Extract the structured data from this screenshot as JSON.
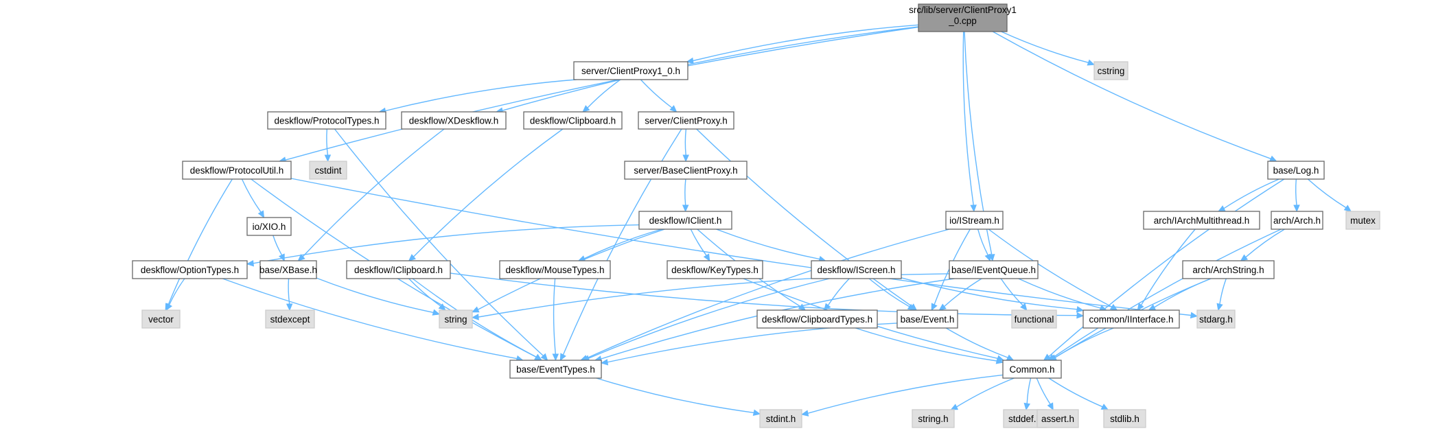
{
  "diagram": {
    "nodes": {
      "root": {
        "label": "src/lib/server/ClientProxy1_0.cpp",
        "lines": [
          "src/lib/server/ClientProxy1",
          "_0.cpp"
        ],
        "kind": "root"
      },
      "cp10h": {
        "label": "server/ClientProxy1_0.h",
        "kind": "file"
      },
      "cstring": {
        "label": "cstring",
        "kind": "sys"
      },
      "protocoltypes": {
        "label": "deskflow/ProtocolTypes.h",
        "kind": "file"
      },
      "xdeskflow": {
        "label": "deskflow/XDeskflow.h",
        "kind": "file"
      },
      "clipboard": {
        "label": "deskflow/Clipboard.h",
        "kind": "file"
      },
      "clientproxy": {
        "label": "server/ClientProxy.h",
        "kind": "file"
      },
      "cstdint": {
        "label": "cstdint",
        "kind": "sys"
      },
      "protocolutil": {
        "label": "deskflow/ProtocolUtil.h",
        "kind": "file"
      },
      "baseclientproxy": {
        "label": "server/BaseClientProxy.h",
        "kind": "file"
      },
      "log": {
        "label": "base/Log.h",
        "kind": "file"
      },
      "xioh": {
        "label": "io/XIO.h",
        "kind": "file"
      },
      "iclient": {
        "label": "deskflow/IClient.h",
        "kind": "file"
      },
      "istream": {
        "label": "io/IStream.h",
        "kind": "file"
      },
      "iarchmt": {
        "label": "arch/IArchMultithread.h",
        "kind": "file"
      },
      "arch": {
        "label": "arch/Arch.h",
        "kind": "file"
      },
      "mutex": {
        "label": "mutex",
        "kind": "sys"
      },
      "optiontypes": {
        "label": "deskflow/OptionTypes.h",
        "kind": "file"
      },
      "xbase": {
        "label": "base/XBase.h",
        "kind": "file"
      },
      "iclipboard": {
        "label": "deskflow/IClipboard.h",
        "kind": "file"
      },
      "mousetypes": {
        "label": "deskflow/MouseTypes.h",
        "kind": "file"
      },
      "keytypes": {
        "label": "deskflow/KeyTypes.h",
        "kind": "file"
      },
      "iscreen": {
        "label": "deskflow/IScreen.h",
        "kind": "file"
      },
      "ieventqueue": {
        "label": "base/IEventQueue.h",
        "kind": "file"
      },
      "archstring": {
        "label": "arch/ArchString.h",
        "kind": "file"
      },
      "vector": {
        "label": "vector",
        "kind": "sys"
      },
      "stdexcept": {
        "label": "stdexcept",
        "kind": "sys"
      },
      "string": {
        "label": "string",
        "kind": "sys"
      },
      "clipboardtypes": {
        "label": "deskflow/ClipboardTypes.h",
        "kind": "file"
      },
      "event": {
        "label": "base/Event.h",
        "kind": "file"
      },
      "functional": {
        "label": "functional",
        "kind": "sys"
      },
      "iinterface": {
        "label": "common/IInterface.h",
        "kind": "file"
      },
      "stdarg": {
        "label": "stdarg.h",
        "kind": "sys"
      },
      "eventtypes": {
        "label": "base/EventTypes.h",
        "kind": "file"
      },
      "common": {
        "label": "Common.h",
        "kind": "file"
      },
      "stdint": {
        "label": "stdint.h",
        "kind": "sys"
      },
      "stringh": {
        "label": "string.h",
        "kind": "sys"
      },
      "stddef": {
        "label": "stddef.h",
        "kind": "sys"
      },
      "assert": {
        "label": "assert.h",
        "kind": "sys"
      },
      "stdlib": {
        "label": "stdlib.h",
        "kind": "sys"
      }
    },
    "edges": [
      [
        "root",
        "cp10h"
      ],
      [
        "root",
        "cstring"
      ],
      [
        "root",
        "xdeskflow"
      ],
      [
        "root",
        "protocolutil"
      ],
      [
        "root",
        "istream"
      ],
      [
        "root",
        "ieventqueue"
      ],
      [
        "root",
        "log"
      ],
      [
        "cp10h",
        "protocoltypes"
      ],
      [
        "cp10h",
        "clipboard"
      ],
      [
        "cp10h",
        "clientproxy"
      ],
      [
        "protocoltypes",
        "cstdint"
      ],
      [
        "protocoltypes",
        "eventtypes"
      ],
      [
        "xdeskflow",
        "xbase"
      ],
      [
        "clipboard",
        "iclipboard"
      ],
      [
        "clientproxy",
        "baseclientproxy"
      ],
      [
        "clientproxy",
        "event"
      ],
      [
        "clientproxy",
        "eventtypes"
      ],
      [
        "baseclientproxy",
        "iclient"
      ],
      [
        "protocolutil",
        "xioh"
      ],
      [
        "protocolutil",
        "vector"
      ],
      [
        "protocolutil",
        "eventtypes"
      ],
      [
        "protocolutil",
        "stdarg"
      ],
      [
        "xioh",
        "xbase"
      ],
      [
        "iclient",
        "optiontypes"
      ],
      [
        "iclient",
        "mousetypes"
      ],
      [
        "iclient",
        "keytypes"
      ],
      [
        "iclient",
        "iscreen"
      ],
      [
        "iclient",
        "clipboardtypes"
      ],
      [
        "iclient",
        "string"
      ],
      [
        "istream",
        "eventtypes"
      ],
      [
        "istream",
        "ieventqueue"
      ],
      [
        "istream",
        "event"
      ],
      [
        "istream",
        "iinterface"
      ],
      [
        "log",
        "iarchmt"
      ],
      [
        "log",
        "arch"
      ],
      [
        "log",
        "mutex"
      ],
      [
        "log",
        "common"
      ],
      [
        "iarchmt",
        "iinterface"
      ],
      [
        "arch",
        "archstring"
      ],
      [
        "arch",
        "common"
      ],
      [
        "archstring",
        "iinterface"
      ],
      [
        "archstring",
        "stdarg"
      ],
      [
        "archstring",
        "common"
      ],
      [
        "optiontypes",
        "vector"
      ],
      [
        "optiontypes",
        "eventtypes"
      ],
      [
        "xbase",
        "stdexcept"
      ],
      [
        "xbase",
        "string"
      ],
      [
        "iclipboard",
        "string"
      ],
      [
        "iclipboard",
        "eventtypes"
      ],
      [
        "iclipboard",
        "iinterface"
      ],
      [
        "mousetypes",
        "eventtypes"
      ],
      [
        "keytypes",
        "common"
      ],
      [
        "iscreen",
        "clipboardtypes"
      ],
      [
        "iscreen",
        "event"
      ],
      [
        "iscreen",
        "iinterface"
      ],
      [
        "iscreen",
        "eventtypes"
      ],
      [
        "ieventqueue",
        "string"
      ],
      [
        "ieventqueue",
        "functional"
      ],
      [
        "ieventqueue",
        "iinterface"
      ],
      [
        "ieventqueue",
        "event"
      ],
      [
        "ieventqueue",
        "eventtypes"
      ],
      [
        "clipboardtypes",
        "common"
      ],
      [
        "event",
        "eventtypes"
      ],
      [
        "event",
        "common"
      ],
      [
        "iinterface",
        "common"
      ],
      [
        "eventtypes",
        "stdint"
      ],
      [
        "common",
        "stdint"
      ],
      [
        "common",
        "stringh"
      ],
      [
        "common",
        "stddef"
      ],
      [
        "common",
        "assert"
      ],
      [
        "common",
        "stdlib"
      ]
    ]
  }
}
